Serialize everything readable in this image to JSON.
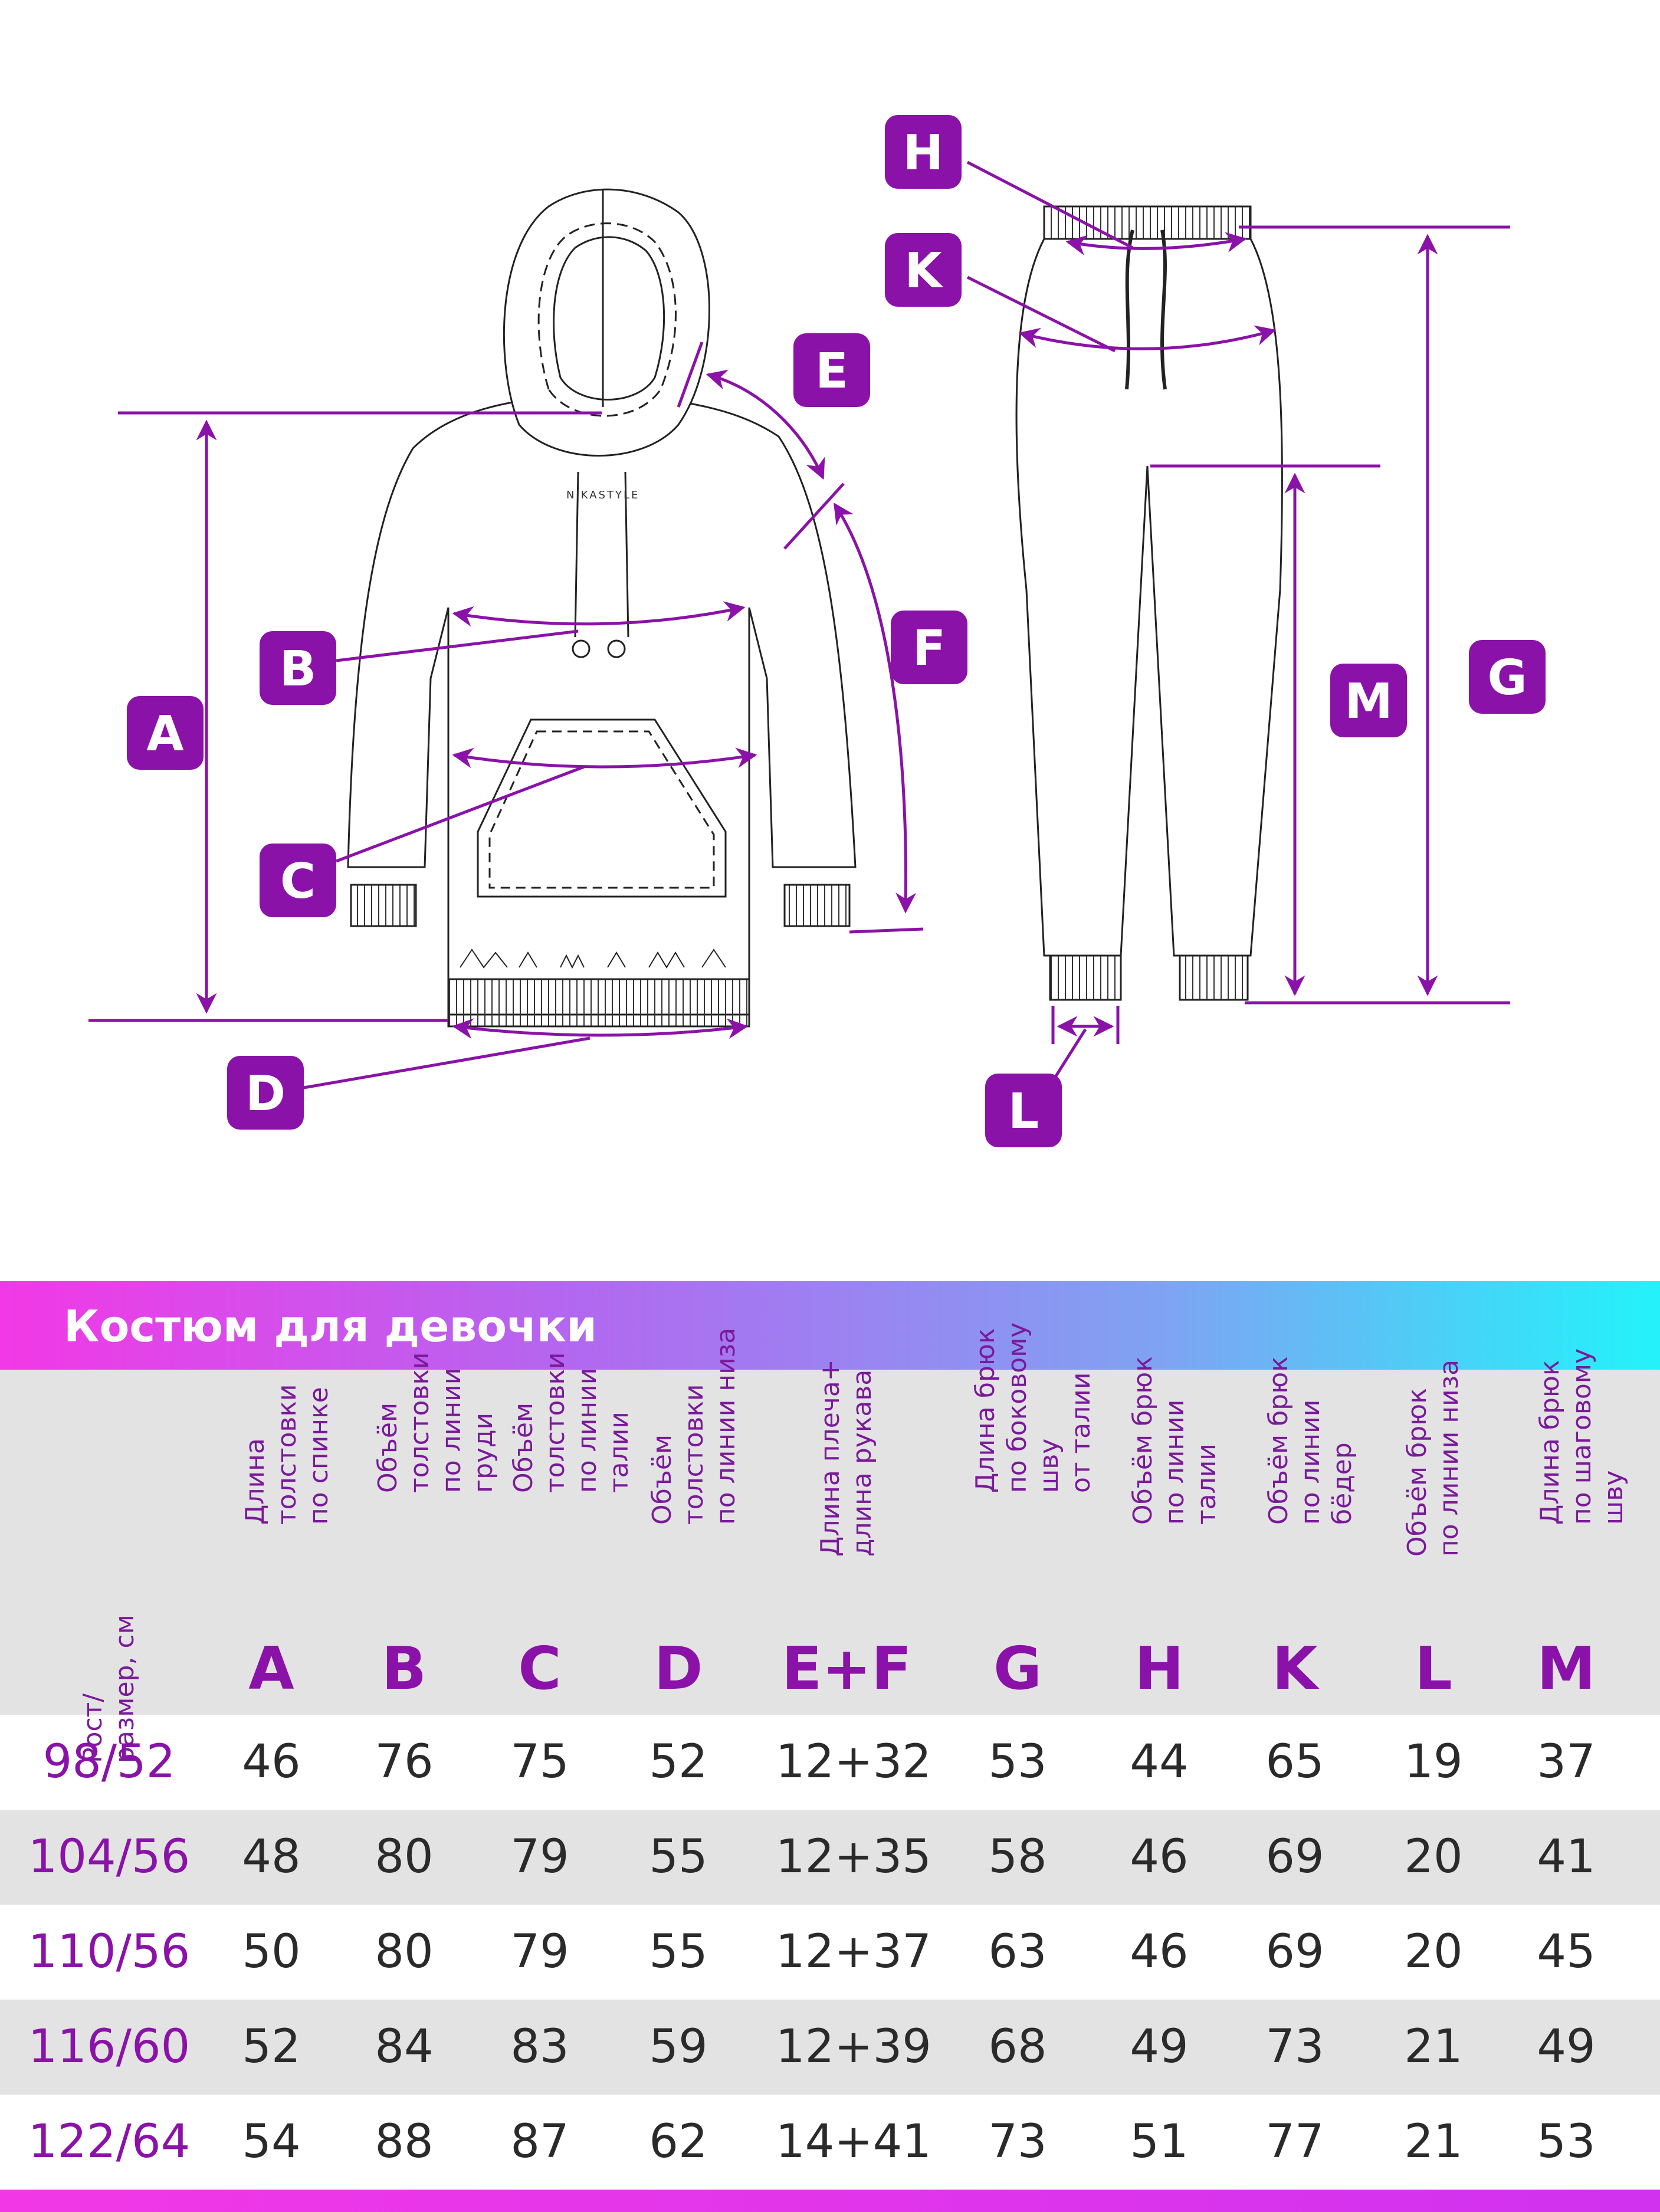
{
  "badges": {
    "A": "A",
    "B": "B",
    "C": "C",
    "D": "D",
    "E": "E",
    "F": "F",
    "G": "G",
    "H": "H",
    "K": "K",
    "L": "L",
    "M": "M"
  },
  "logo_text": "NIKASTYLE",
  "title": "Костюм для девочки",
  "colors": {
    "accent": "#8a12a8",
    "gradient_start": "#f238e6",
    "gradient_end": "#22f3fb"
  },
  "columns": [
    {
      "desc": "Рост/\nразмер, см",
      "letter": ""
    },
    {
      "desc": "Длина толстовки\nпо спинке",
      "letter": "A"
    },
    {
      "desc": "Объём толстовки\nпо линии груди",
      "letter": "B"
    },
    {
      "desc": "Объём толстовки\nпо линии талии",
      "letter": "C"
    },
    {
      "desc": "Объём толстовки\nпо линии низа",
      "letter": "D"
    },
    {
      "desc": "Длина плеча+\nдлина рукава",
      "letter": "E+F"
    },
    {
      "desc": "Длина брюк\nпо боковому шву\nот талии",
      "letter": "G"
    },
    {
      "desc": "Объём брюк\nпо линии талии",
      "letter": "H"
    },
    {
      "desc": "Объём брюк\nпо линии бёдер",
      "letter": "K"
    },
    {
      "desc": "Объём брюк\nпо линии низа",
      "letter": "L"
    },
    {
      "desc": "Длина брюк\nпо шаговому шву",
      "letter": "M"
    }
  ],
  "rows": [
    [
      "98/52",
      "46",
      "76",
      "75",
      "52",
      "12+32",
      "53",
      "44",
      "65",
      "19",
      "37"
    ],
    [
      "104/56",
      "48",
      "80",
      "79",
      "55",
      "12+35",
      "58",
      "46",
      "69",
      "20",
      "41"
    ],
    [
      "110/56",
      "50",
      "80",
      "79",
      "55",
      "12+37",
      "63",
      "46",
      "69",
      "20",
      "45"
    ],
    [
      "116/60",
      "52",
      "84",
      "83",
      "59",
      "12+39",
      "68",
      "49",
      "73",
      "21",
      "49"
    ],
    [
      "122/64",
      "54",
      "88",
      "87",
      "62",
      "14+41",
      "73",
      "51",
      "77",
      "21",
      "53"
    ]
  ]
}
